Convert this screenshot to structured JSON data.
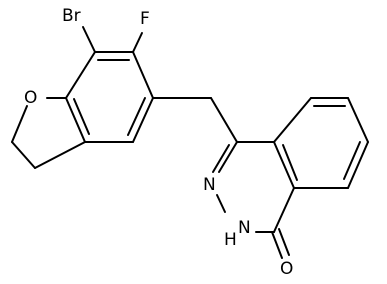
{
  "molecule": {
    "atoms": {
      "br": "Br",
      "f": "F",
      "o_ring": "O",
      "n": "N",
      "nh_h": "H",
      "nh_n": "N",
      "o_carbonyl": "O"
    }
  }
}
